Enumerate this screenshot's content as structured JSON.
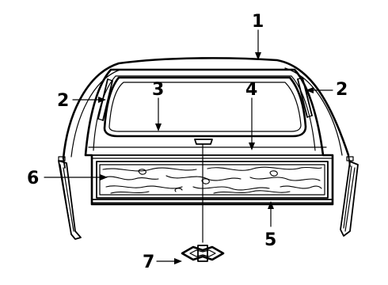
{
  "callouts": {
    "c1": "1",
    "c2_left": "2",
    "c2_right": "2",
    "c3": "3",
    "c4": "4",
    "c5": "5",
    "c6": "6",
    "c7": "7"
  }
}
